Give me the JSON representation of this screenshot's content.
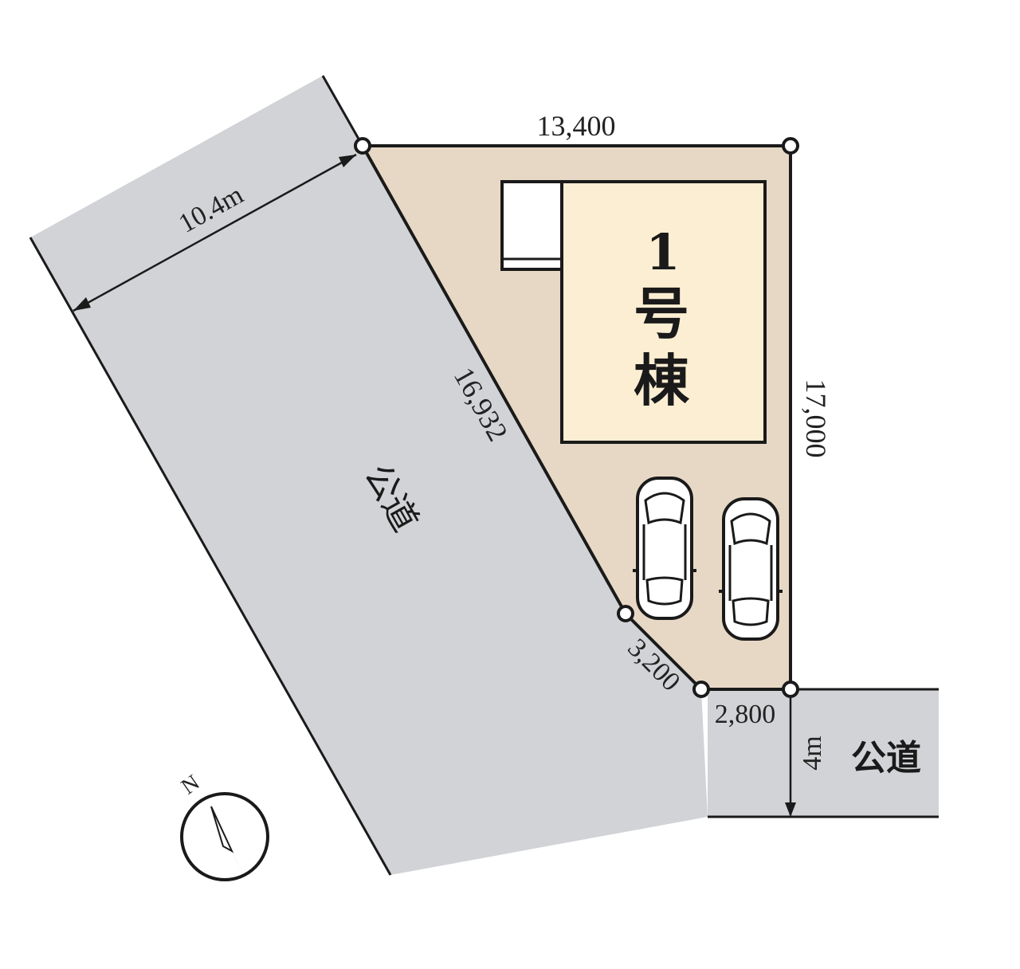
{
  "dimensions": {
    "top": "13,400",
    "right": "17,000",
    "diagonal": "16,932",
    "corner_cut": "3,200",
    "bottom": "2,800",
    "road_west_width": "10.4m",
    "road_south_width": "4m"
  },
  "building": {
    "number": "1",
    "suffix_1": "号",
    "suffix_2": "棟"
  },
  "roads": {
    "west_label": "公道",
    "south_label": "公道"
  },
  "compass": {
    "north_label": "N"
  },
  "colors": {
    "lot": "#e7d8c6",
    "building": "#fbeed2",
    "road": "#d1d3d6",
    "line": "#1a1a1a"
  },
  "icons": [
    "compass-icon",
    "car-icon"
  ]
}
